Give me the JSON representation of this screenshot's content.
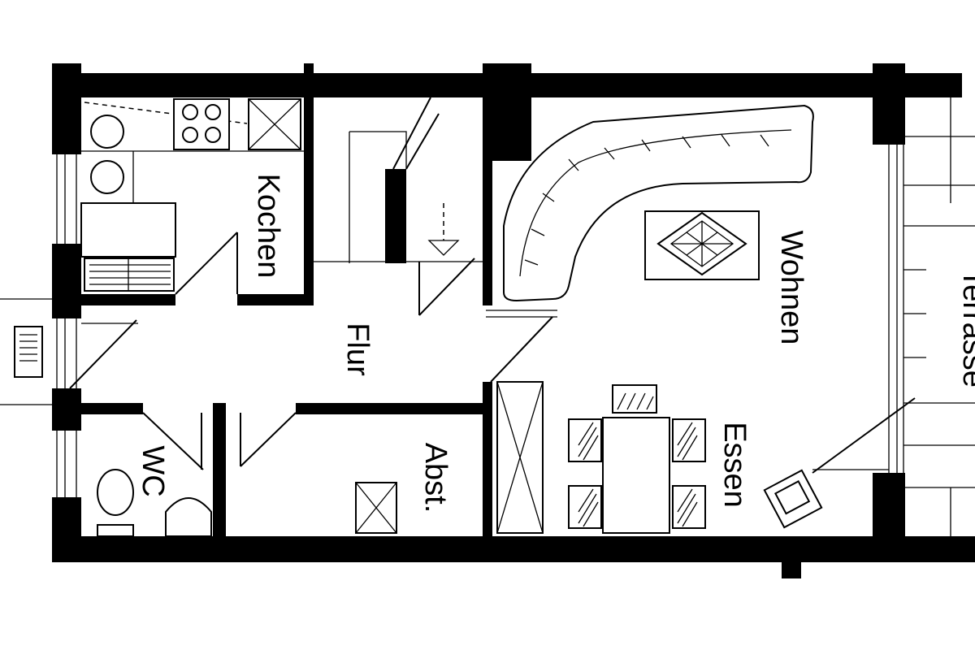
{
  "rooms": {
    "kitchen": "Kochen",
    "hall": "Flur",
    "living": "Wohnen",
    "dining": "Essen",
    "storage": "Abst.",
    "wc": "WC",
    "terrace": "Terrasse"
  }
}
